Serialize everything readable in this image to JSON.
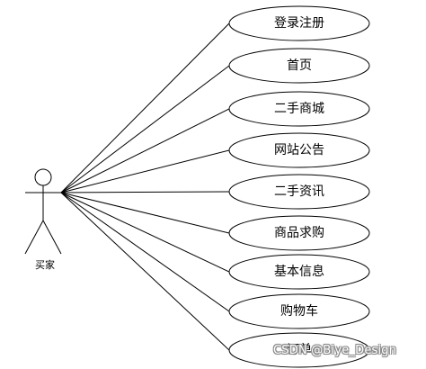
{
  "actor": {
    "name": "买家"
  },
  "use_cases": [
    {
      "label": "登录注册"
    },
    {
      "label": "首页"
    },
    {
      "label": "二手商城"
    },
    {
      "label": "网站公告"
    },
    {
      "label": "二手资讯"
    },
    {
      "label": "商品求购"
    },
    {
      "label": "基本信息"
    },
    {
      "label": "购物车"
    },
    {
      "label": "订单"
    }
  ],
  "watermark": "CSDN @Biye_Design"
}
